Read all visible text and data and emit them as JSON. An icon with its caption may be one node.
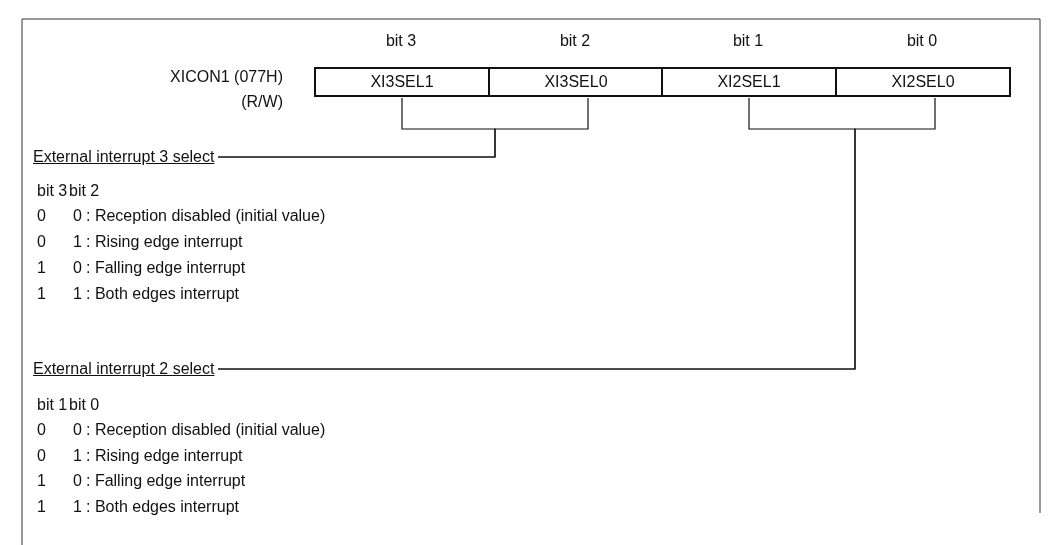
{
  "diagram": {
    "nodes": [
      {
        "text": [
          "XI3SEL1"
        ],
        "beside": [
          "bit 3"
        ]
      },
      {
        "text": [
          "XI3SEL0"
        ],
        "beside": [
          "bit 2"
        ]
      },
      {
        "text": [
          "XI2SEL1"
        ],
        "beside": [
          "bit 1"
        ]
      },
      {
        "text": [
          "XI2SEL0"
        ],
        "beside": [
          "bit 0"
        ]
      },
      {
        "text": [
          "External interrupt 3 select"
        ]
      },
      {
        "text": [
          "External interrupt 2 select"
        ]
      }
    ],
    "edges": [
      {
        "from": 0,
        "to": 4,
        "arrow": "none"
      },
      {
        "from": 1,
        "to": 4,
        "arrow": "none"
      },
      {
        "from": 2,
        "to": 5,
        "arrow": "none"
      },
      {
        "from": 3,
        "to": 5,
        "arrow": "none"
      }
    ],
    "labels": [
      "XICON1 (077H)",
      "(R/W)",
      "bit 3",
      "bit 2",
      "0",
      "0",
      ": Reception disabled (initial value)",
      "0",
      "1",
      ": Rising edge interrupt",
      "1",
      "0",
      ": Falling edge interrupt",
      "1",
      "1",
      ": Both edges interrupt",
      "bit 1",
      "bit 0",
      "0",
      "0",
      ": Reception disabled (initial value)",
      "0",
      "1",
      ": Rising edge interrupt",
      "1",
      "0",
      ": Falling edge interrupt",
      "1",
      "1",
      ": Both edges interrupt"
    ]
  }
}
